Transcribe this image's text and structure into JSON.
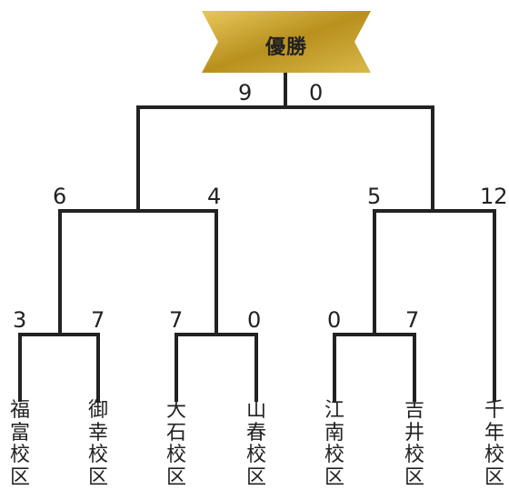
{
  "banner": {
    "title": "優勝"
  },
  "final": {
    "score_left": "9",
    "score_right": "0"
  },
  "semifinals": [
    {
      "score_left": "6",
      "score_right": "4"
    },
    {
      "score_left": "5",
      "score_right": "12"
    }
  ],
  "first_round": [
    {
      "score_left": "3",
      "score_right": "7"
    },
    {
      "score_left": "7",
      "score_right": "0"
    },
    {
      "score_left": "0",
      "score_right": "7"
    }
  ],
  "teams": [
    "福富校区",
    "御幸校区",
    "大石校区",
    "山春校区",
    "江南校区",
    "吉井校区",
    "千年校区"
  ],
  "colors": {
    "line": "#222222",
    "banner_gold": "#c9a227",
    "banner_dark": "#9c7a16"
  }
}
